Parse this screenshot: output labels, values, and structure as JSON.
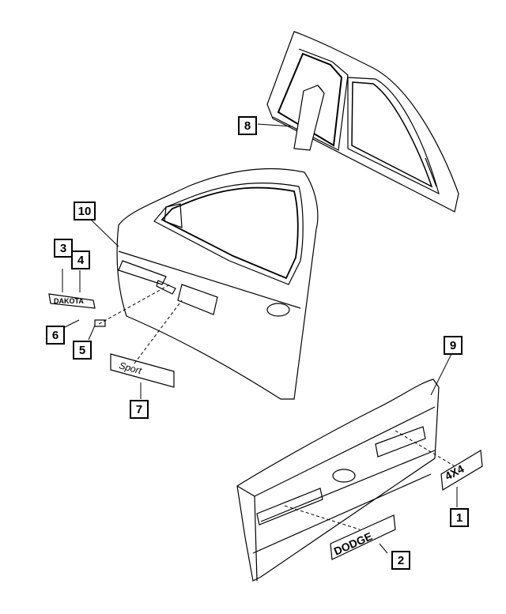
{
  "callouts": [
    {
      "id": "1",
      "label": "1"
    },
    {
      "id": "2",
      "label": "2"
    },
    {
      "id": "3",
      "label": "3"
    },
    {
      "id": "4",
      "label": "4"
    },
    {
      "id": "5",
      "label": "5"
    },
    {
      "id": "6",
      "label": "6"
    },
    {
      "id": "7",
      "label": "7"
    },
    {
      "id": "8",
      "label": "8"
    },
    {
      "id": "9",
      "label": "9"
    },
    {
      "id": "10",
      "label": "10"
    }
  ],
  "emblems": {
    "dakota": "DAKOTA",
    "sport": "Sport",
    "dodge": "DODGE",
    "four_by_four": "4X4"
  },
  "colors": {
    "line": "#000000",
    "background": "#ffffff",
    "stripe": "#888888"
  }
}
